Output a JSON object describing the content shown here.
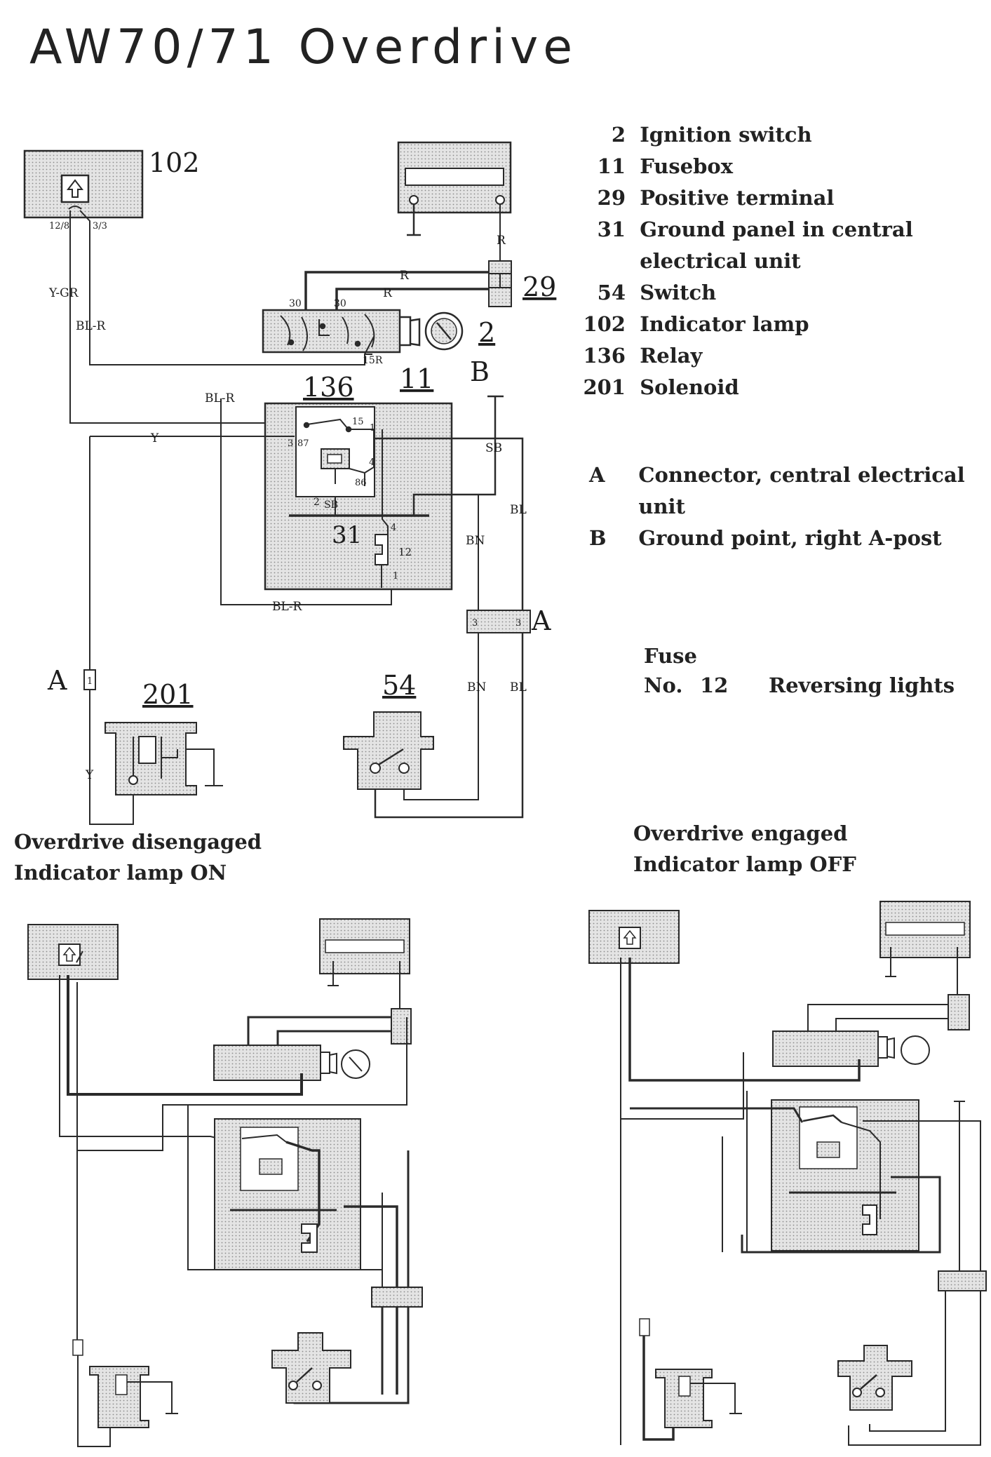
{
  "title": "AW70/71 Overdrive",
  "legend": [
    {
      "num": "2",
      "label": "Ignition switch"
    },
    {
      "num": "11",
      "label": "Fusebox"
    },
    {
      "num": "29",
      "label": "Positive terminal"
    },
    {
      "num": "31",
      "label": "Ground panel in central"
    },
    {
      "num": "",
      "label": "electrical unit"
    },
    {
      "num": "54",
      "label": "Switch"
    },
    {
      "num": "102",
      "label": "Indicator lamp"
    },
    {
      "num": "136",
      "label": "Relay"
    },
    {
      "num": "201",
      "label": "Solenoid"
    }
  ],
  "connectors": [
    {
      "code": "A",
      "label": "Connector, central electrical"
    },
    {
      "code": "",
      "label": "unit"
    },
    {
      "code": "B",
      "label": "Ground point, right A-post"
    }
  ],
  "fuse": {
    "heading": "Fuse",
    "no_label": "No.",
    "number": "12",
    "circuit": "Reversing lights"
  },
  "captions": {
    "disengaged_line1": "Overdrive disengaged",
    "disengaged_line2": "Indicator lamp ON",
    "engaged_line1": "Overdrive engaged",
    "engaged_line2": "Indicator lamp OFF"
  },
  "components": {
    "lamp": "102",
    "ignition": "2",
    "positive": "29",
    "relay": "136",
    "fusebox": "11",
    "ground_panel": "31",
    "solenoid": "201",
    "switch": "54",
    "ground_point": "B",
    "connector": "A"
  },
  "wire_colors": {
    "ygr": "Y-GR",
    "blr": "BL-R",
    "r": "R",
    "y": "Y",
    "sb": "SB",
    "bl": "BL",
    "bn": "BN"
  },
  "pins": {
    "lamp_left": "12/8",
    "lamp_right": "3/3",
    "ign_30a": "30",
    "ign_30b": "30",
    "ign_15r": "15R",
    "relay_15": "15",
    "relay_1": "1",
    "relay_3": "3",
    "relay_87": "87",
    "relay_4": "4",
    "relay_86": "86",
    "relay_2": "2",
    "relay_sb": "SB",
    "fuse_4": "4",
    "fuse_12": "12",
    "fuse_1": "1",
    "conn_a_left": "3",
    "conn_a_right": "3",
    "conn_a_solenoid": "1"
  },
  "colors": {
    "ink": "#2a2a2a",
    "panel": "#dcdcdc"
  }
}
